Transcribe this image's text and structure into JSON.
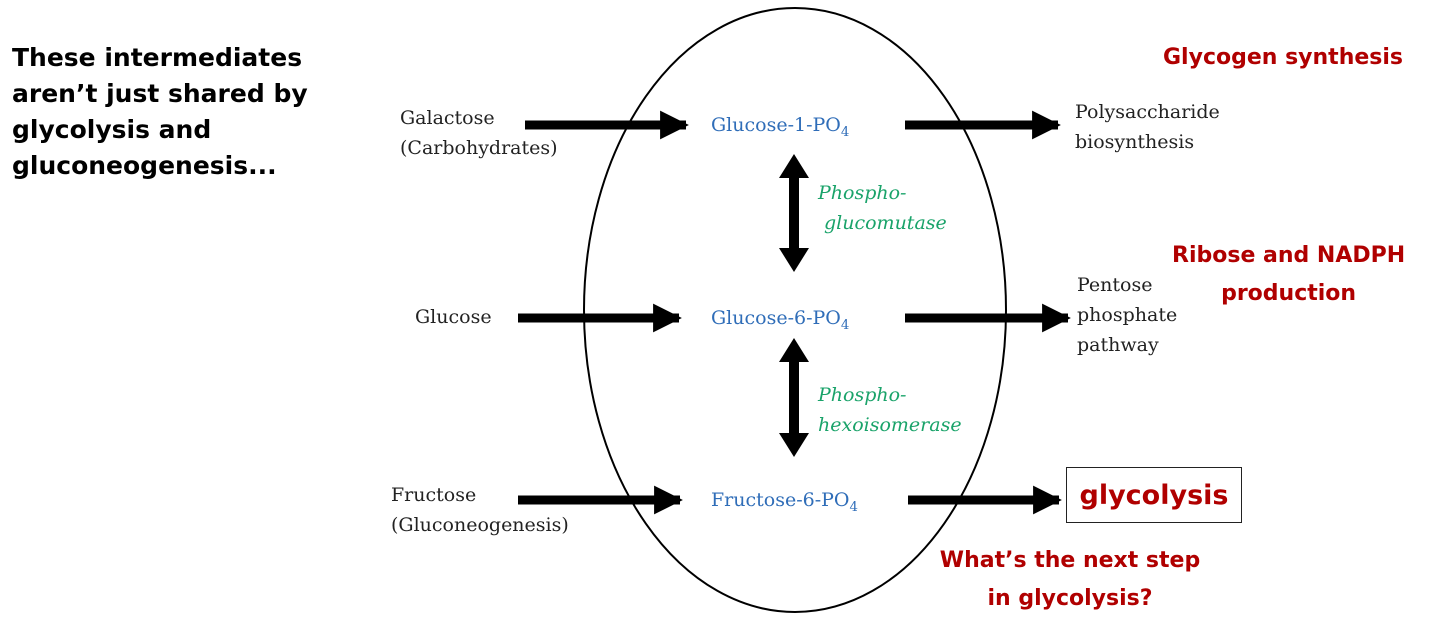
{
  "intro_text": {
    "line1": "These intermediates",
    "line2": "aren’t just shared by",
    "line3": "glycolysis and",
    "line4": "gluconeogenesis..."
  },
  "inputs": {
    "galactose": {
      "name": "Galactose",
      "note": "(Carbohydrates)"
    },
    "glucose": {
      "name": "Glucose"
    },
    "fructose": {
      "name": "Fructose",
      "note": "(Gluconeogenesis)"
    }
  },
  "intermediates": {
    "g1p": {
      "label": "Glucose-1-PO",
      "subscript": "4"
    },
    "g6p": {
      "label": "Glucose-6-PO",
      "subscript": "4"
    },
    "f6p": {
      "label": "Fructose-6-PO",
      "subscript": "4"
    }
  },
  "enzymes": {
    "mutase": {
      "line1": "Phospho-",
      "line2": "glucomutase"
    },
    "isomerase": {
      "line1": "Phospho-",
      "line2": "hexoisomerase"
    }
  },
  "outputs": {
    "polysaccharide": {
      "line1": "Polysaccharide",
      "line2": "biosynthesis"
    },
    "pentose": {
      "line1": "Pentose",
      "line2": "phosphate",
      "line3": "pathway"
    },
    "glycolysis": "glycolysis"
  },
  "annotations": {
    "glycogen": "Glycogen synthesis",
    "ribose_line1": "Ribose and NADPH",
    "ribose_line2": "production",
    "question_line1": "What’s the next step",
    "question_line2": "in glycolysis?"
  },
  "colors": {
    "intermediate": "#2f6db8",
    "enzyme": "#1aa36a",
    "annotation": "#b00000",
    "arrow": "#000000"
  }
}
